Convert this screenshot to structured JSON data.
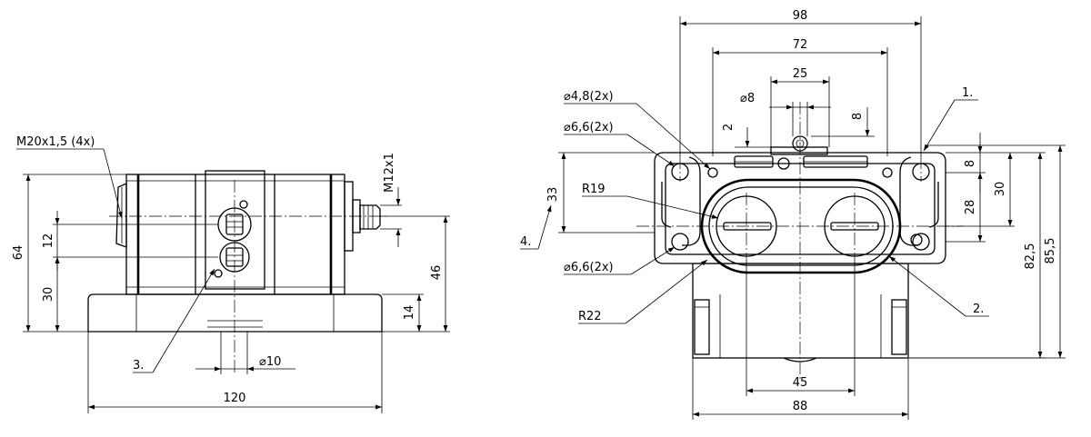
{
  "left_view": {
    "thread_main": "M20x1,5 (4x)",
    "thread_connector": "M12x1",
    "dim_overall_height": "64",
    "dim_12": "12",
    "dim_30": "30",
    "dim_46": "46",
    "dim_14": "14",
    "dim_width": "120",
    "dim_diameter": "⌀10",
    "callout": "3."
  },
  "right_view": {
    "dim_98": "98",
    "dim_72": "72",
    "dim_25": "25",
    "dim_dia8": "⌀8",
    "dim_2": "2",
    "dim_8_top": "8",
    "hole_small": "⌀4,8(2x)",
    "hole_large_top": "⌀6,6(2x)",
    "hole_large_bottom": "⌀6,6(2x)",
    "radius_19": "R19",
    "radius_22": "R22",
    "dim_33": "33",
    "dim_8_right": "8",
    "dim_30": "30",
    "dim_28": "28",
    "dim_82_5": "82,5",
    "dim_85_5": "85,5",
    "dim_45": "45",
    "dim_88": "88",
    "callout_1": "1.",
    "callout_2": "2.",
    "callout_4": "4."
  }
}
